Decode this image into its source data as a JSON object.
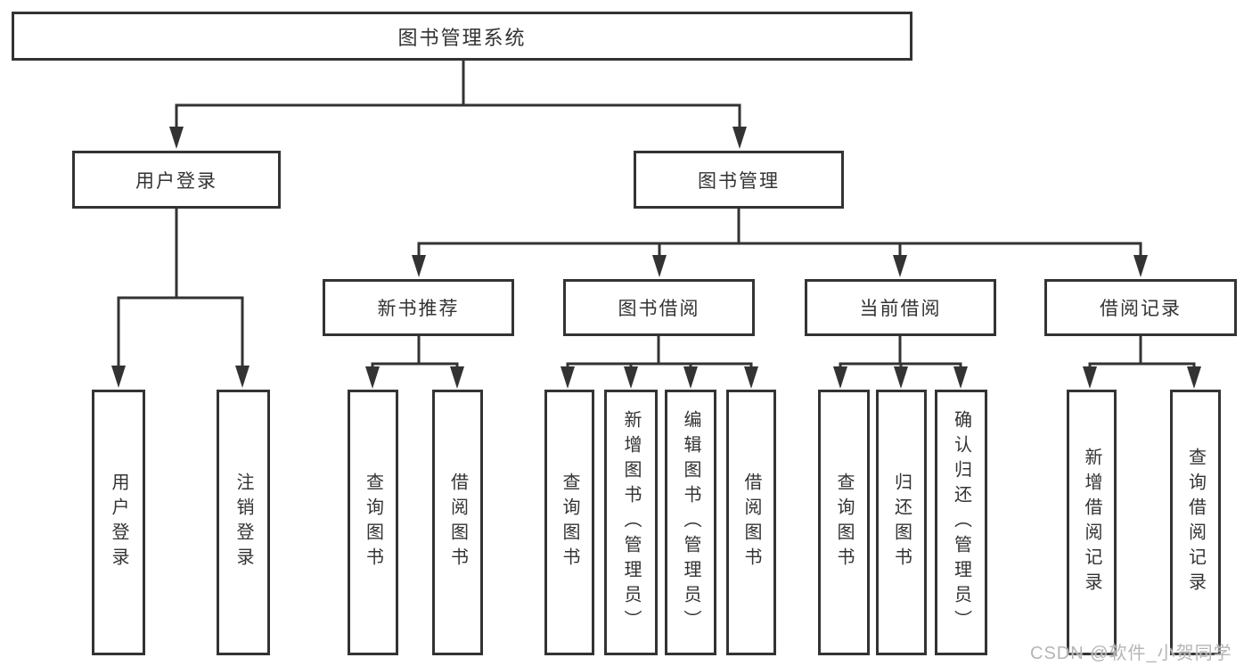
{
  "diagram": {
    "root": {
      "id": "library-management-system",
      "label": "图书管理系统"
    },
    "level1": [
      {
        "id": "user-login",
        "label": "用户登录",
        "parent": "library-management-system"
      },
      {
        "id": "book-management",
        "label": "图书管理",
        "parent": "library-management-system"
      }
    ],
    "level2": [
      {
        "id": "new-book-recommend",
        "label": "新书推荐",
        "parent": "book-management"
      },
      {
        "id": "book-borrowing",
        "label": "图书借阅",
        "parent": "book-management"
      },
      {
        "id": "current-borrowing",
        "label": "当前借阅",
        "parent": "book-management"
      },
      {
        "id": "borrowing-records",
        "label": "借阅记录",
        "parent": "book-management"
      }
    ],
    "leaves": [
      {
        "label": "用户登录",
        "parent": "user-login"
      },
      {
        "label": "注销登录",
        "parent": "user-login"
      },
      {
        "label": "查询图书",
        "parent": "new-book-recommend"
      },
      {
        "label": "借阅图书",
        "parent": "new-book-recommend"
      },
      {
        "label": "查询图书",
        "parent": "book-borrowing"
      },
      {
        "label": "新增图书（管理员）",
        "parent": "book-borrowing"
      },
      {
        "label": "编辑图书（管理员）",
        "parent": "book-borrowing"
      },
      {
        "label": "借阅图书",
        "parent": "book-borrowing"
      },
      {
        "label": "查询图书",
        "parent": "current-borrowing"
      },
      {
        "label": "归还图书",
        "parent": "current-borrowing"
      },
      {
        "label": "确认归还（管理员）",
        "parent": "current-borrowing"
      },
      {
        "label": "新增借阅记录",
        "parent": "borrowing-records"
      },
      {
        "label": "查询借阅记录",
        "parent": "borrowing-records"
      }
    ]
  },
  "watermark": {
    "text": "CSDN @软件_小贺同学"
  },
  "colors": {
    "line": "#333333",
    "text": "#333333",
    "background": "#ffffff",
    "watermark": "#b5b5b5"
  }
}
